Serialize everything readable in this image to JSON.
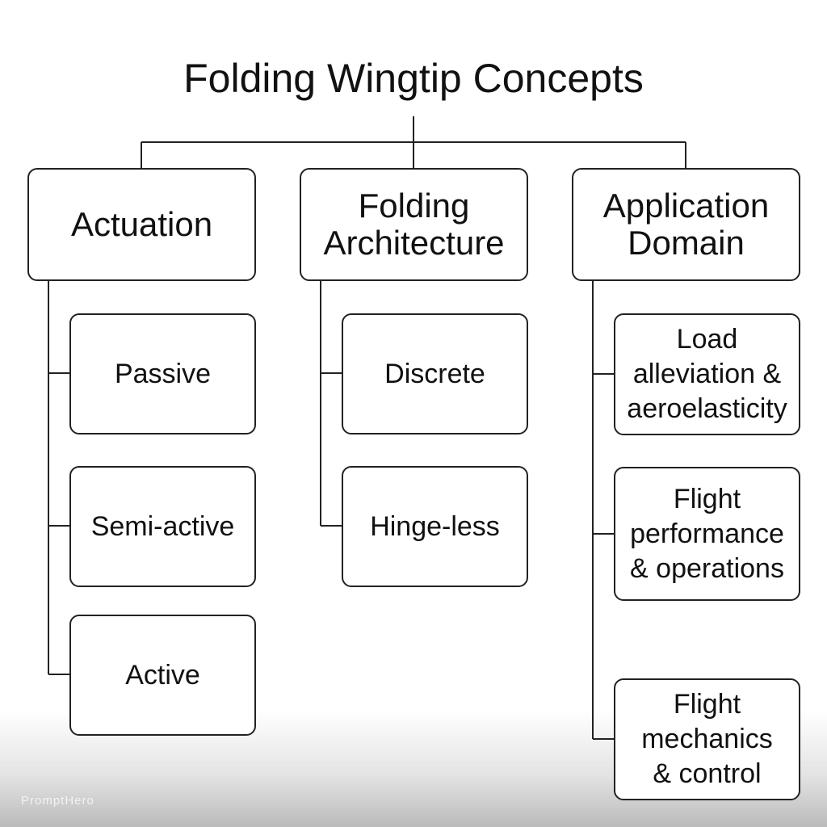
{
  "diagram": {
    "title": "Folding Wingtip Concepts",
    "columns": [
      {
        "heading": "Actuation",
        "items": [
          "Passive",
          "Semi-active",
          "Active"
        ]
      },
      {
        "heading": "Folding\nArchitecture",
        "items": [
          "Discrete",
          "Hinge-less"
        ]
      },
      {
        "heading": "Application\nDomain",
        "items": [
          "Load\nalleviation &\naeroelasticity",
          "Flight\nperformance\n& operations",
          "Flight\nmechanics\n& control"
        ]
      }
    ]
  },
  "watermark": "PromptHero",
  "colors": {
    "stroke": "#222222",
    "text": "#111111",
    "background": "#ffffff"
  }
}
